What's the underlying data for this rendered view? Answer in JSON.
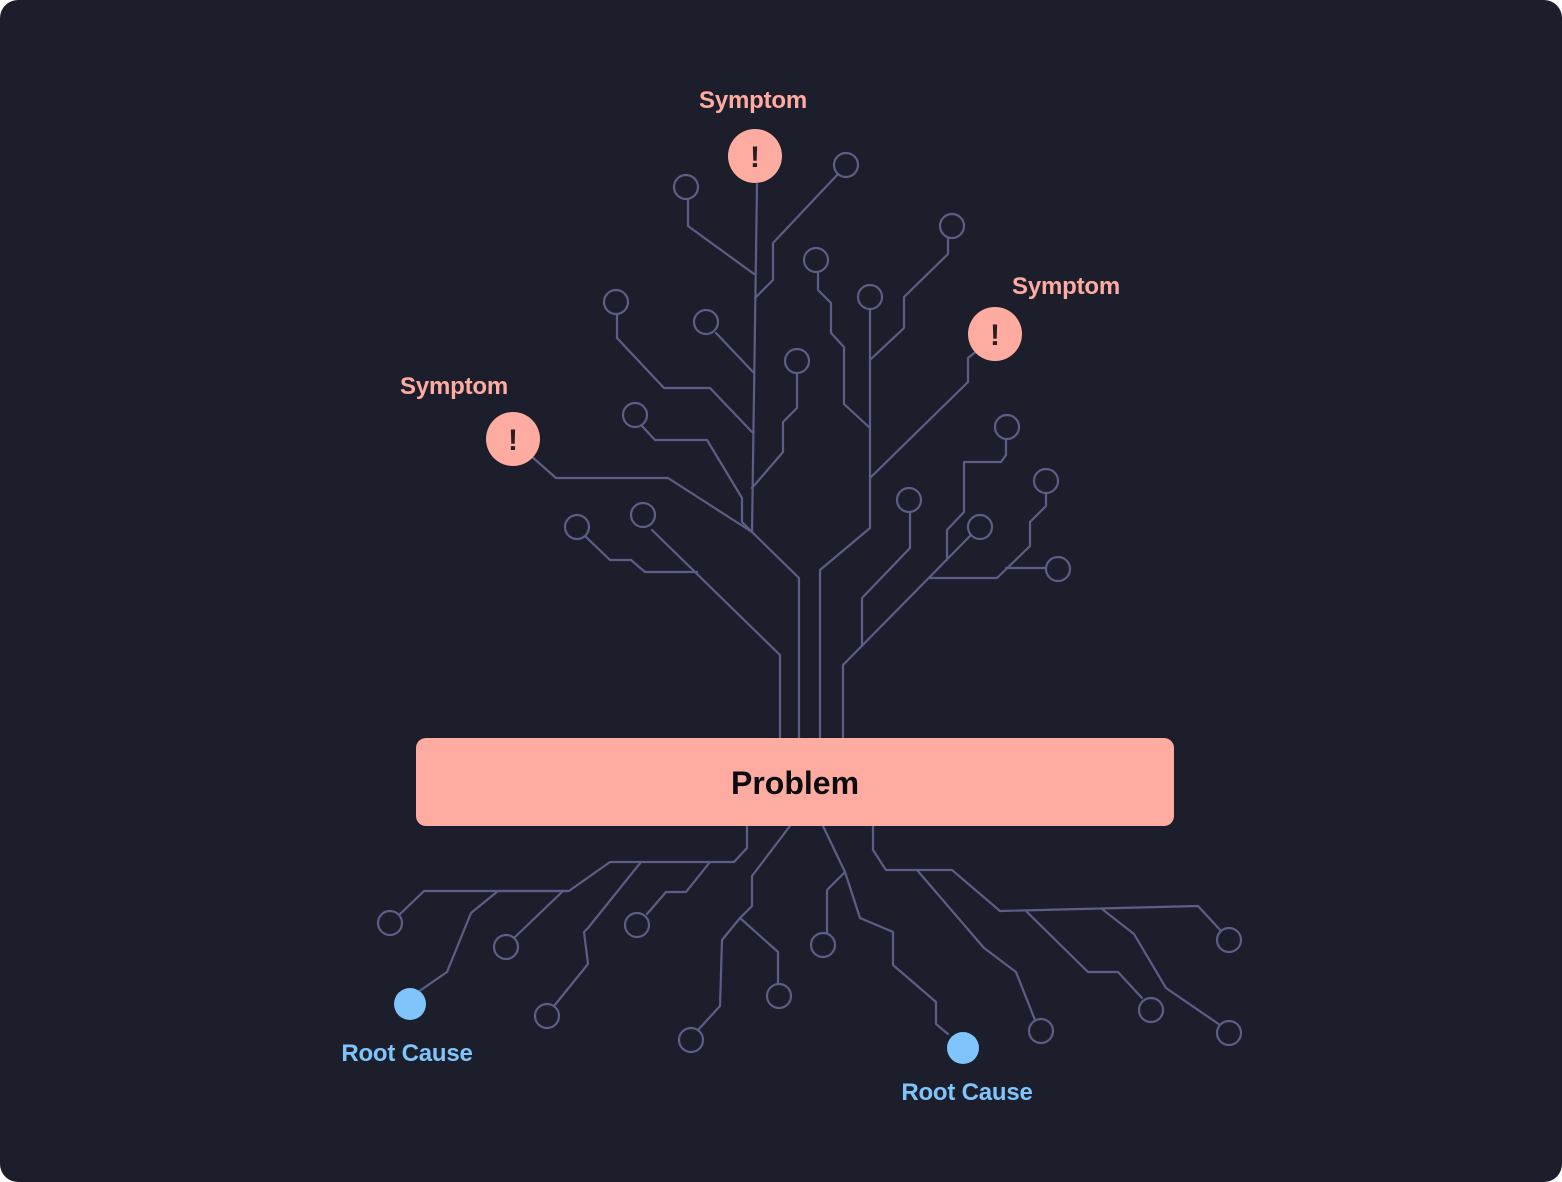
{
  "diagram": {
    "problem_label": "Problem",
    "symptom_labels": [
      "Symptom",
      "Symptom",
      "Symptom"
    ],
    "root_cause_labels": [
      "Root Cause",
      "Root Cause"
    ],
    "symptom_glyph": "!",
    "colors": {
      "background": "#1d1e2c",
      "branch": "#5b5e86",
      "problem_fill": "#feaca1",
      "symptom": "#feaca1",
      "root_cause": "#7fc5fb",
      "problem_text": "#0b0b10",
      "symptom_glyph": "#2a1d22"
    }
  }
}
